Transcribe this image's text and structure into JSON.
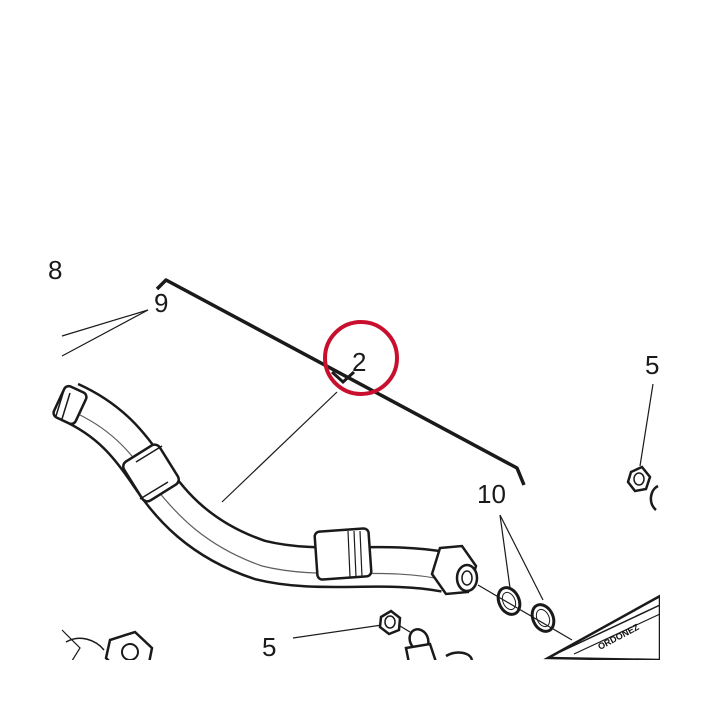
{
  "callouts": {
    "c8": "8",
    "c9": "9",
    "c2": "2",
    "c10": "10",
    "c5_right": "5",
    "c5_bottom": "5"
  },
  "stamp": "ORDONEZ",
  "colors": {
    "line": "#1a1a1a",
    "highlight": "#c8102e",
    "background": "#ffffff"
  }
}
